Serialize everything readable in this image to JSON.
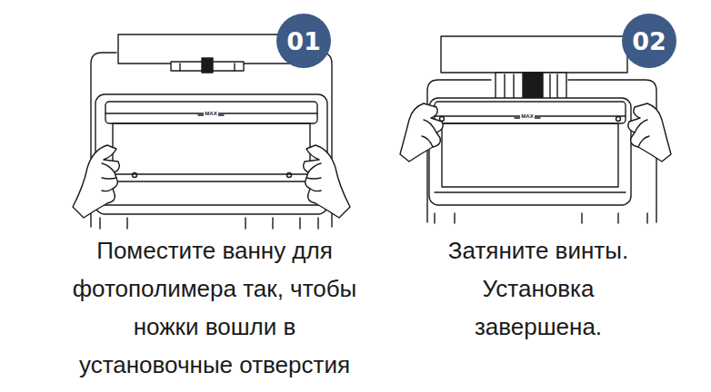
{
  "diagram": {
    "nodes": [
      {
        "text": [
          "01"
        ]
      },
      {
        "text": [
          "02"
        ]
      }
    ],
    "labels": [
      "MAX",
      "Поместите ванну для фотополимера так, чтобы ножки вошли в установочные отверстия",
      "MAX",
      "Затяните винты. Установка завершена."
    ]
  }
}
